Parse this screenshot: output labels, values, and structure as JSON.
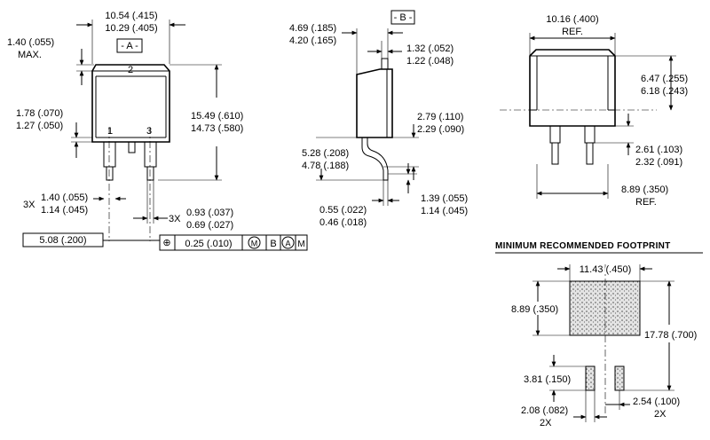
{
  "front_view": {
    "width_max": "10.54 (.415)",
    "width_min": "10.29 (.405)",
    "datum_a": "- A -",
    "tab_thick_max": "1.40 (.055)",
    "tab_thick_note": "MAX.",
    "pin2": "2",
    "pin1": "1",
    "pin3": "3",
    "pin_zone_max": "1.78 (.070)",
    "pin_zone_min": "1.27 (.050)",
    "height_max": "15.49 (.610)",
    "height_min": "14.73 (.580)",
    "lead_width_count": "3X",
    "lead_width_max": "1.40 (.055)",
    "lead_width_min": "1.14 (.045)",
    "lead_thick_count": "3X",
    "lead_thick_max": "0.93 (.037)",
    "lead_thick_min": "0.69 (.027)",
    "pitch": "5.08 (.200)",
    "fcf": {
      "symbol": "⊕",
      "tolerance": "0.25 (.010)",
      "mod1": "M",
      "datum1": "B",
      "datum2": "A",
      "mod2": "M"
    }
  },
  "side_view": {
    "datum_b": "- B -",
    "depth_max": "4.69 (.185)",
    "depth_min": "4.20 (.165)",
    "tab_max": "1.32 (.052)",
    "tab_min": "1.22 (.048)",
    "lead_len_max": "2.79 (.110)",
    "lead_len_min": "2.29 (.090)",
    "standoff_max": "5.28 (.208)",
    "standoff_min": "4.78 (.188)",
    "foot_max": "1.39 (.055)",
    "foot_min": "1.14 (.045)",
    "lead_t_max": "0.55 (.022)",
    "lead_t_min": "0.46 (.018)"
  },
  "back_view": {
    "width_ref": "10.16 (.400)",
    "width_ref_label": "REF.",
    "tab_h_max": "6.47 (.255)",
    "tab_h_min": "6.18 (.243)",
    "lead_h_max": "2.61 (.103)",
    "lead_h_min": "2.32 (.091)",
    "lead_span": "8.89 (.350)",
    "lead_span_label": "REF."
  },
  "footprint": {
    "title": "MINIMUM RECOMMENDED FOOTPRINT",
    "pad_width": "11.43 (.450)",
    "pad_height": "8.89 (.350)",
    "total_height": "17.78 (.700)",
    "small_pad_h": "3.81 (.150)",
    "small_pad_w": "2.08 (.082)",
    "small_pad_w_count": "2X",
    "small_pad_pitch": "2.54 (.100)",
    "small_pad_pitch_count": "2X"
  }
}
